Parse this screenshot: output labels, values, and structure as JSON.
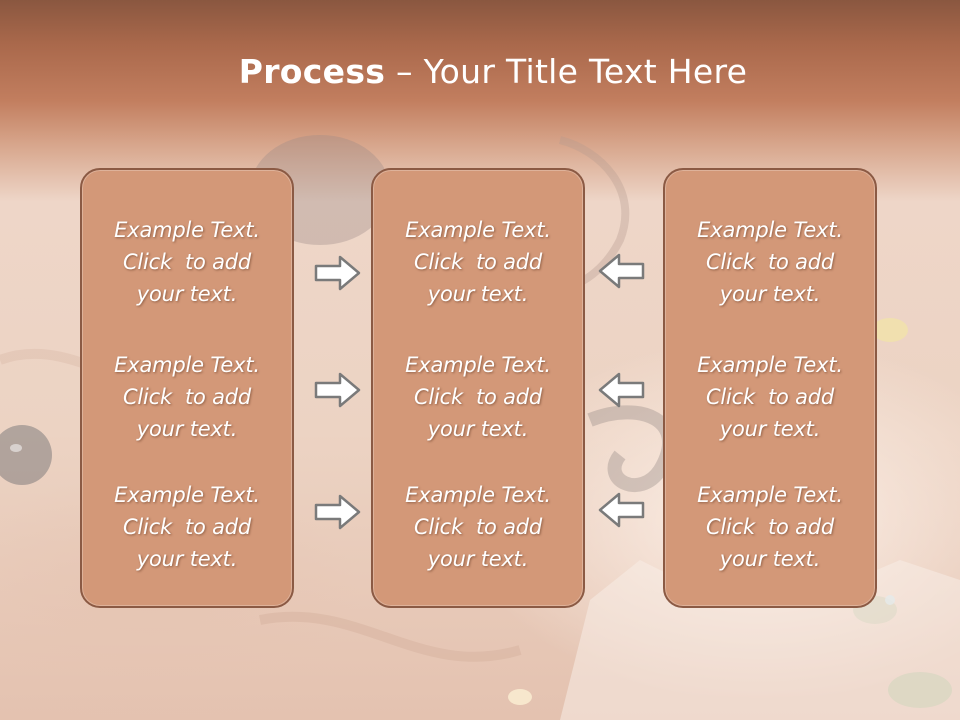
{
  "slide": {
    "title_bold": "Process",
    "title_rest": " – Your Title Text Here"
  },
  "columns": [
    {
      "blocks": [
        {
          "line1": "Example Text.",
          "line2": "Click  to add",
          "line3": "your text."
        },
        {
          "line1": "Example Text.",
          "line2": "Click  to add",
          "line3": "your text."
        },
        {
          "line1": "Example Text.",
          "line2": "Click  to add",
          "line3": "your text."
        }
      ]
    },
    {
      "blocks": [
        {
          "line1": "Example Text.",
          "line2": "Click  to add",
          "line3": "your text."
        },
        {
          "line1": "Example Text.",
          "line2": "Click  to add",
          "line3": "your text."
        },
        {
          "line1": "Example Text.",
          "line2": "Click  to add",
          "line3": "your text."
        }
      ]
    },
    {
      "blocks": [
        {
          "line1": "Example Text.",
          "line2": "Click  to add",
          "line3": "your text."
        },
        {
          "line1": "Example Text.",
          "line2": "Click  to add",
          "line3": "your text."
        },
        {
          "line1": "Example Text.",
          "line2": "Click  to add",
          "line3": "your text."
        }
      ]
    }
  ],
  "arrows": {
    "left_group": "arrow-right-icon",
    "right_group": "arrow-left-icon"
  },
  "colors": {
    "box_fill": "#d39878",
    "box_border": "#8b5a44",
    "header_band": "#c27e5f",
    "text": "#ffffff",
    "arrow_fill": "#ffffff",
    "arrow_stroke": "#7a7a7a"
  }
}
